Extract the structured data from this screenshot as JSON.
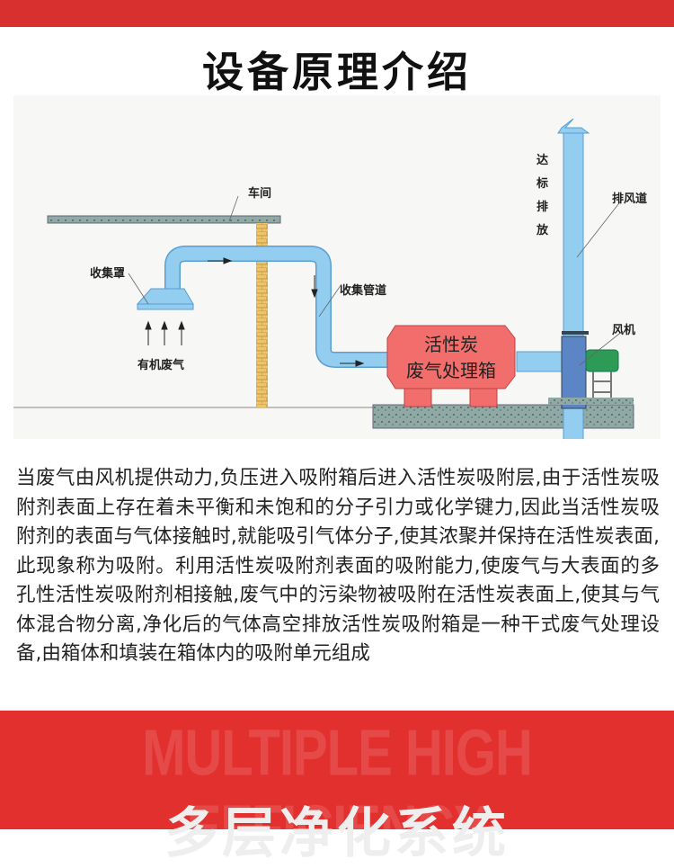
{
  "title": "设备原理介绍",
  "diagram": {
    "workshop": "车间",
    "hood": "收集罩",
    "organic_gas": "有机废气",
    "duct": "收集管道",
    "box_line1": "活性炭",
    "box_line2": "废气处理箱",
    "discharge": "达标排放",
    "exhaust_duct": "排风道",
    "fan": "风机"
  },
  "description": "当废气由风机提供动力,负压进入吸附箱后进入活性炭吸附层,由于活性炭吸附剂表面上存在着未平衡和未饱和的分子引力或化学键力,因此当活性炭吸附剂的表面与气体接触时,就能吸引气体分子,使其浓聚并保持在活性炭表面,此现象称为吸附。利用活性炭吸附剂表面的吸附能力,使废气与大表面的多孔性活性炭吸附剂相接触,废气中的污染物被吸附在活性炭表面上,使其与气体混合物分离,净化后的气体高空排放活性炭吸附箱是一种干式废气处理设备,由箱体和填装在箱体内的吸附单元组成",
  "banner": {
    "english": "MULTIPLE HIGH EFFICIENCY",
    "chinese": "多层净化系统"
  },
  "colors": {
    "red": "#e2302f",
    "pipe": "#8ec9ee",
    "box": "#f26e6c"
  }
}
